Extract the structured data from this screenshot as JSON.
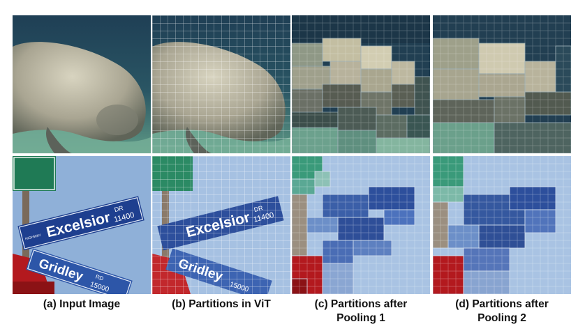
{
  "figure": {
    "columns": [
      {
        "id": "a",
        "caption_lines": [
          "(a) Input Image"
        ]
      },
      {
        "id": "b",
        "caption_lines": [
          "(b) Partitions in ViT"
        ]
      },
      {
        "id": "c",
        "caption_lines": [
          "(c) Partitions after",
          "Pooling 1"
        ]
      },
      {
        "id": "d",
        "caption_lines": [
          "(d) Partitions after",
          "Pooling 2"
        ]
      }
    ],
    "rows": [
      {
        "id": "manatee",
        "subject": "manatee underwater"
      },
      {
        "id": "street-sign",
        "subject": "street signs"
      }
    ],
    "sign_text": {
      "top_sign_name": "Excelsior",
      "top_sign_suffix": "DR",
      "top_sign_number": "11400",
      "top_sign_small": "HIGHWAY",
      "bottom_sign_name": "Gridley",
      "bottom_sign_suffix": "RD",
      "bottom_sign_number": "15000"
    },
    "colors": {
      "water_dark": "#1d3b4e",
      "water_light": "#4f8a86",
      "manatee": "#b7b29c",
      "sky": "#8fb0d8",
      "sign_blue": "#1e3f8f",
      "sign_green": "#1f7a55",
      "pole_red": "#b3191e",
      "grid_line": "#ffffff"
    }
  }
}
